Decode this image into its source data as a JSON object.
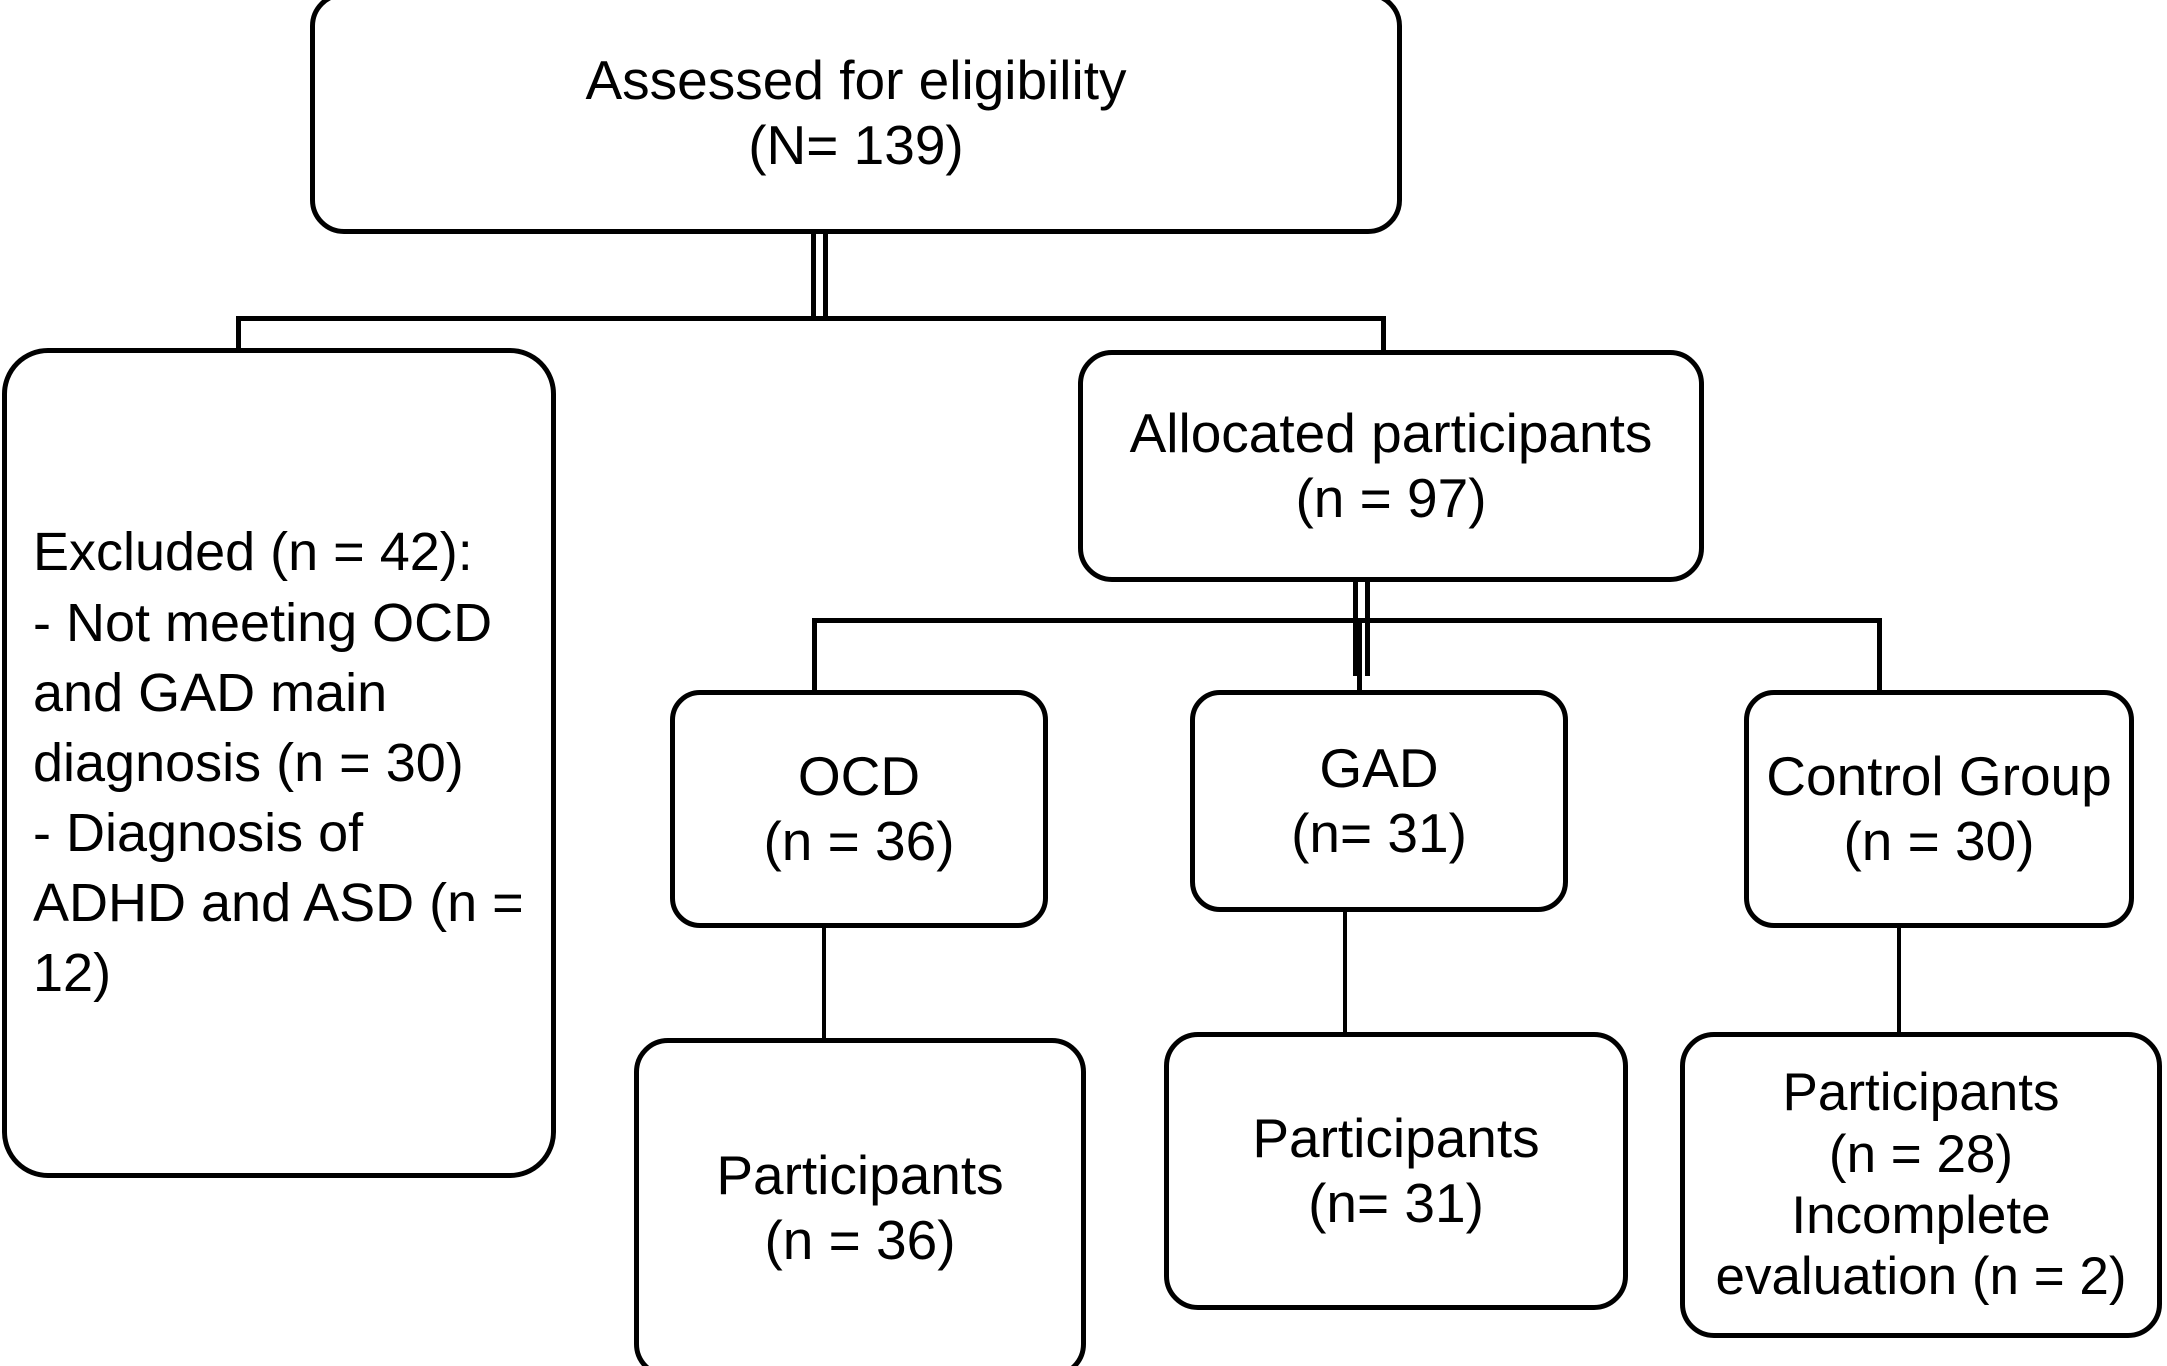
{
  "diagram": {
    "type": "participant-flow-chart",
    "nodes": {
      "assessed": {
        "line1": "Assessed for eligibility",
        "line2": "(N= 139)"
      },
      "excluded": {
        "line1": "Excluded (n = 42):",
        "line2": "- Not meeting OCD",
        "line3": "and GAD main",
        "line4": "diagnosis (n = 30)",
        "line5": "- Diagnosis of",
        "line6": "ADHD and ASD (n =",
        "line7": "12)"
      },
      "allocated": {
        "line1": "Allocated participants",
        "line2": "(n = 97)"
      },
      "ocd": {
        "line1": "OCD",
        "line2": "(n = 36)"
      },
      "gad": {
        "line1": "GAD",
        "line2": "(n= 31)"
      },
      "control": {
        "line1": "Control Group",
        "line2": "(n = 30)"
      },
      "participants_ocd": {
        "line1": "Participants",
        "line2": "(n = 36)"
      },
      "participants_gad": {
        "line1": "Participants",
        "line2": "(n= 31)"
      },
      "participants_control": {
        "line1": "Participants",
        "line2": "(n = 28)",
        "line3": "Incomplete",
        "line4": "evaluation (n = 2)"
      }
    },
    "colors": {
      "stroke": "#000000",
      "fill": "#ffffff",
      "text": "#000000"
    }
  }
}
